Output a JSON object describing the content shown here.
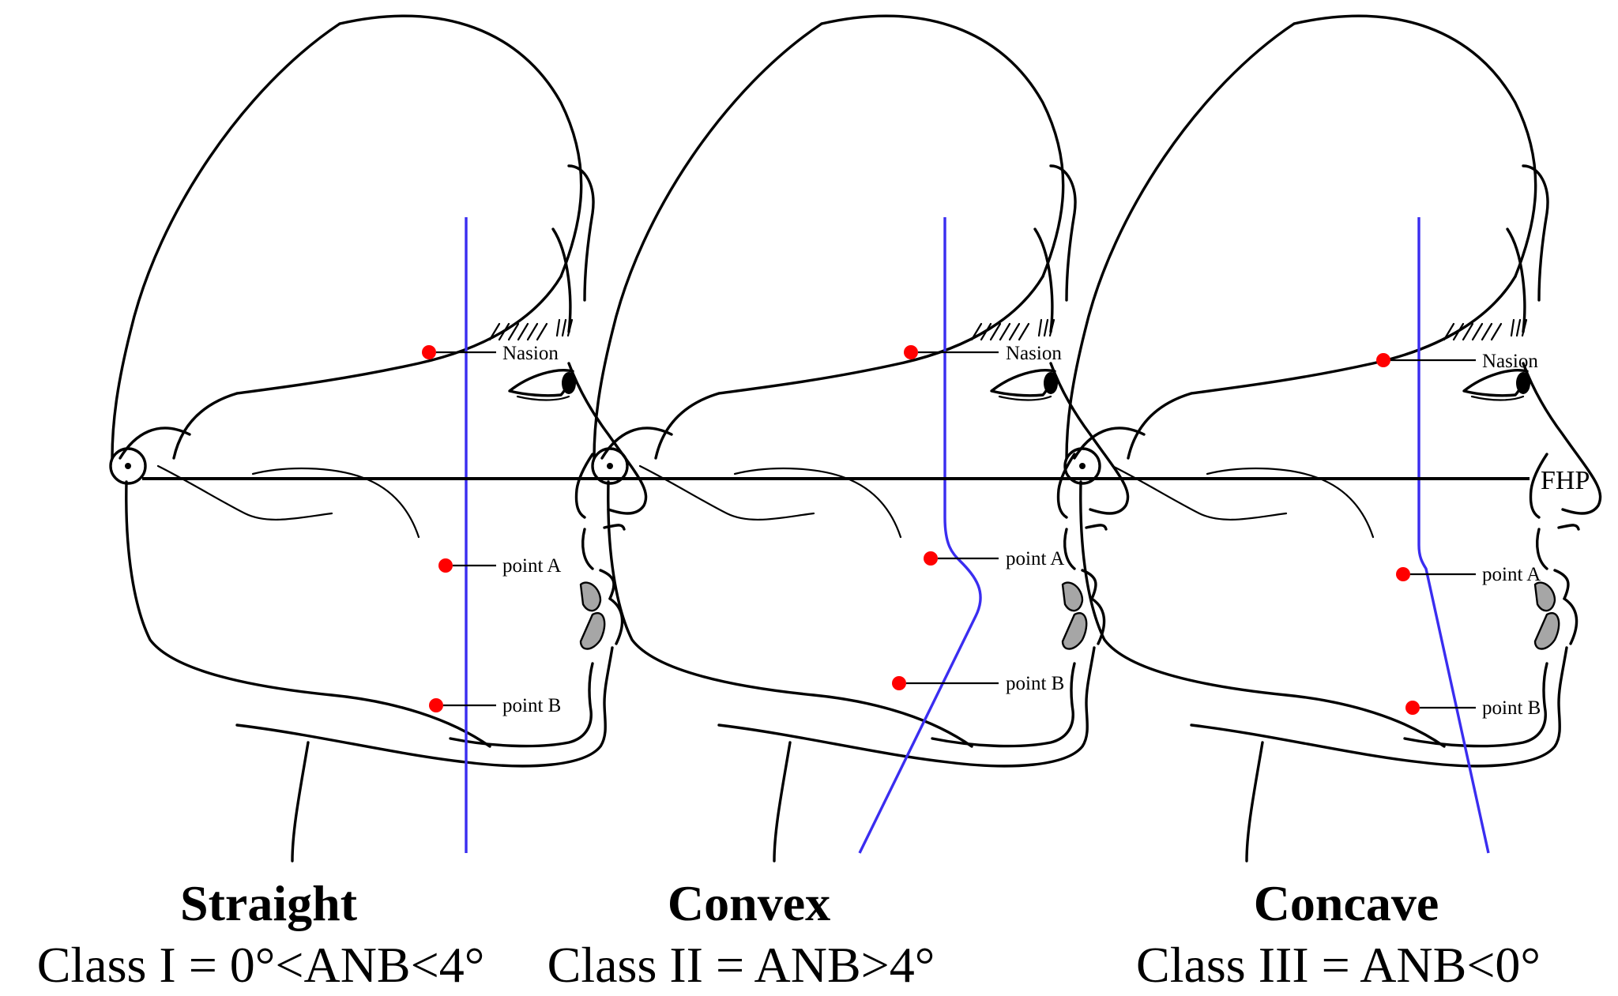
{
  "reference_line": {
    "label": "FHP"
  },
  "landmark_labels": {
    "nasion": "Nasion",
    "point_a": "point A",
    "point_b": "point B"
  },
  "panels": [
    {
      "title": "Straight",
      "subtitle": "Class I = 0°<ANB<4°"
    },
    {
      "title": "Convex",
      "subtitle": "Class II = ANB>4°"
    },
    {
      "title": "Concave",
      "subtitle": "Class III = ANB<0°"
    }
  ],
  "colors": {
    "profile_line": "#3a2df0",
    "landmark_dot": "#ff0000",
    "teeth": "#a6a6a6",
    "outline": "#000000"
  }
}
